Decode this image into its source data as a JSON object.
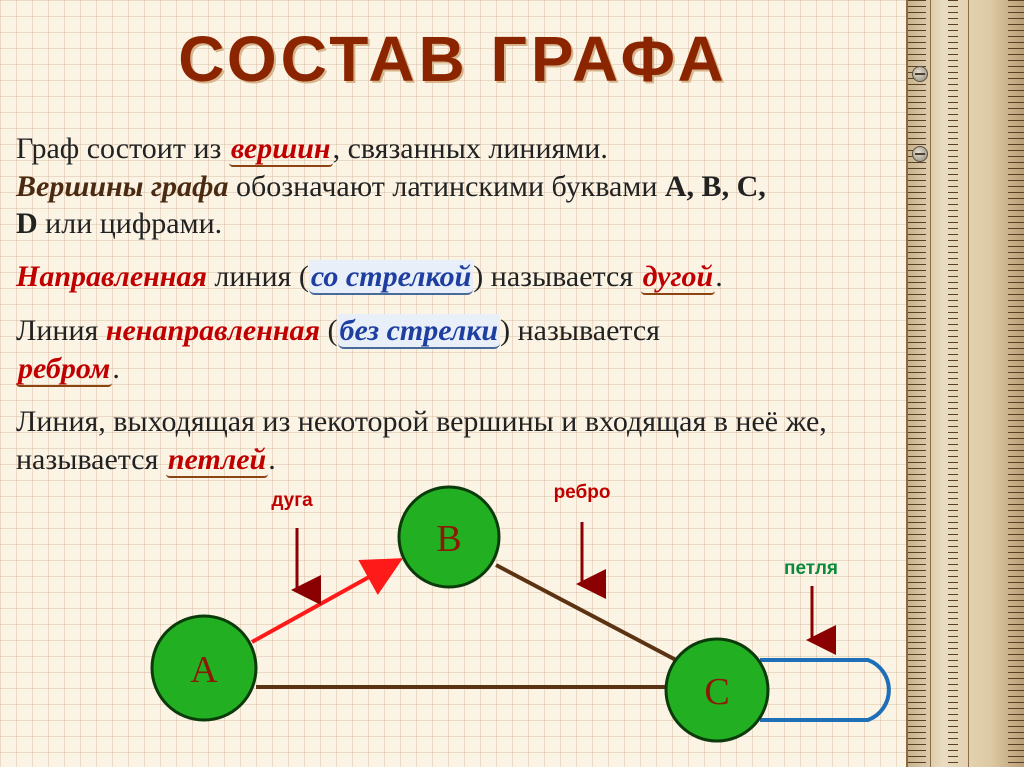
{
  "title": "СОСТАВ ГРАФА",
  "colors": {
    "title": "#8b2500",
    "accent_red": "#c00000",
    "accent_blue": "#1f3fa0",
    "node_fill": "#22b022",
    "node_label": "#8b1a00",
    "arc": "#ff1a1a",
    "edge": "#5b3313",
    "loop": "#1f6fb8",
    "loop_label": "#0a8a3a",
    "pointer": "#8b0000"
  },
  "paragraph1": {
    "line1_a": "Граф состоит из ",
    "line1_term": "вершин",
    "line1_b": ", связанных линиями.",
    "line2_term": "Вершины графа",
    "line2_b": " обозначают латинскими буквами ",
    "letters": "А, В, С,",
    "line3_letter": "D",
    "line3_b": " или цифрами",
    "line3_end": "."
  },
  "paragraph2": {
    "term": "Направленная",
    "a": " линия (",
    "paren": "со стрелкой",
    "b": ") называется ",
    "result": "дугой",
    "end": "."
  },
  "paragraph3": {
    "a": "Линия ",
    "term": "ненаправленная",
    "b": " (",
    "paren": "без стрелки",
    "c": ") называется",
    "result": "ребром",
    "end": "."
  },
  "paragraph4": {
    "a": "Линия, выходящая из некоторой вершины и входящая в неё же, называется ",
    "result": "петлей",
    "end": "."
  },
  "diagram": {
    "nodes": {
      "a": "A",
      "b": "B",
      "c": "C"
    },
    "labels": {
      "arc": "дуга",
      "edge": "ребро",
      "loop": "петля"
    }
  }
}
